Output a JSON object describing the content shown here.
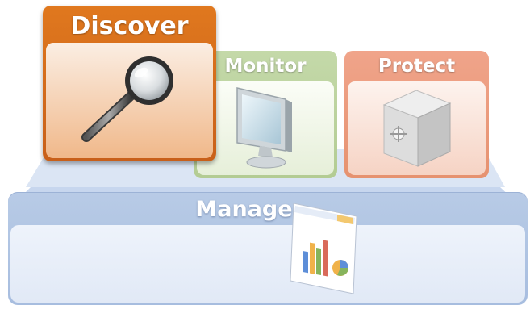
{
  "diagram": {
    "cards": {
      "discover": {
        "label": "Discover",
        "icon": "magnifier-icon",
        "color": "#d96c1c"
      },
      "monitor": {
        "label": "Monitor",
        "icon": "monitor-icon",
        "color": "#b9d19b"
      },
      "protect": {
        "label": "Protect",
        "icon": "safe-icon",
        "color": "#eb9b7c"
      }
    },
    "base": {
      "label": "Manage",
      "icon": "report-icon",
      "color": "#aac0e0"
    }
  }
}
